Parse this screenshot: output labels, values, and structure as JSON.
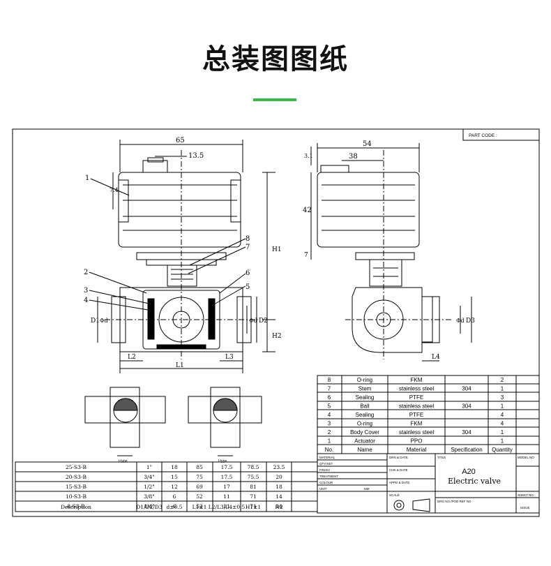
{
  "heading": "总装图图纸",
  "colors": {
    "accent_bar": "#39b54a",
    "line": "#000000"
  },
  "part_code_label": "PART CODE :",
  "dims_front": {
    "width": "65",
    "offset": "13.5",
    "top": "7.4",
    "h1": "H1",
    "h2": "H2",
    "d1": "D1",
    "d": "Φd",
    "d2": "D2",
    "l1": "L1",
    "l2": "L2",
    "l3": "L3"
  },
  "dims_side": {
    "width": "54",
    "offset": "38",
    "top": "3.1",
    "height": "42",
    "bottom": "7",
    "d": "Φd",
    "d3": "D3",
    "l4": "L4"
  },
  "callouts": [
    "1",
    "2",
    "3",
    "4",
    "5",
    "6",
    "7",
    "8"
  ],
  "section_labels": {
    "left": "t-type",
    "right": "l-type"
  },
  "bom": {
    "rows": [
      {
        "no": "8",
        "name": "O-ring",
        "material": "FKM",
        "spec": "",
        "qty": "2"
      },
      {
        "no": "7",
        "name": "Stem",
        "material": "stainless steel",
        "spec": "304",
        "qty": "1"
      },
      {
        "no": "6",
        "name": "Sealing",
        "material": "PTFE",
        "spec": "",
        "qty": "3"
      },
      {
        "no": "5",
        "name": "Ball",
        "material": "stainless steel",
        "spec": "304",
        "qty": "1"
      },
      {
        "no": "4",
        "name": "Sealing",
        "material": "PTFE",
        "spec": "",
        "qty": "4"
      },
      {
        "no": "3",
        "name": "O-ring",
        "material": "FKM",
        "spec": "",
        "qty": "4"
      },
      {
        "no": "2",
        "name": "Body Cover",
        "material": "stainless steel",
        "spec": "304",
        "qty": "1"
      },
      {
        "no": "1",
        "name": "Actuator",
        "material": "PPO",
        "spec": "",
        "qty": "1"
      }
    ],
    "header": {
      "no": "No.",
      "name": "Name",
      "material": "Material",
      "spec": "Specification",
      "qty": "Quantity"
    }
  },
  "spec_table": {
    "rows": [
      [
        "25-S3-B",
        "1\"",
        "18",
        "85",
        "17.5",
        "78.5",
        "23.5"
      ],
      [
        "20-S3-B",
        "3/4\"",
        "15",
        "75",
        "17.5",
        "75.5",
        "20"
      ],
      [
        "15-S3-B",
        "1/2\"",
        "12",
        "69",
        "17",
        "81",
        "18"
      ],
      [
        "10-S3-B",
        "3/8\"",
        "6",
        "52",
        "11",
        "71",
        "14"
      ],
      [
        "8-S3-B",
        "1/4\"",
        "6",
        "52",
        "11",
        "71",
        "14"
      ]
    ],
    "header": [
      "Description",
      "D1/D2/D3",
      "d±0.5",
      "L1±1",
      "L2/L3/L4±0.5",
      "H1±1",
      "H2"
    ]
  },
  "title_block": {
    "material": "MATERIAL",
    "qty_set": "QTY/SET",
    "finish": "FINISH",
    "treatment": "TREATMENT",
    "colour": "COLOUR",
    "unit": "UNIT",
    "unit_value": "MM",
    "drn_date": "DRN & DATE",
    "chk_date": "CHK & DATE",
    "appd_date": "APPD & DATE",
    "scale": "SCALE",
    "title_label": "TITLE",
    "title_value": "A20",
    "title_desc": "Electric valve",
    "model_no": "MODEL NO",
    "sheet_no": "SHEET NO",
    "drg_no": "DRG NO./POD REF NO",
    "issue": "ISSUE"
  }
}
